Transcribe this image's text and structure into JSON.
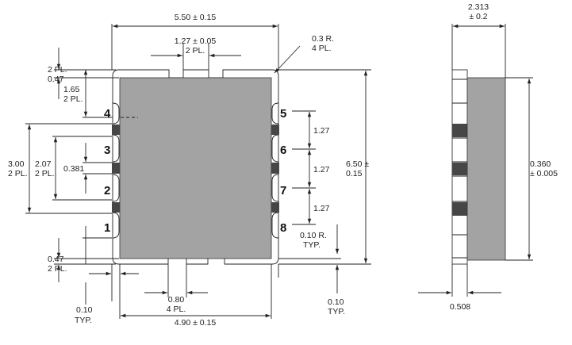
{
  "colors": {
    "body_fill": "#a3a3a3",
    "pad_fill": "#464646",
    "line": "#222222",
    "background": "#ffffff"
  },
  "front_view": {
    "pin_labels": [
      "1",
      "2",
      "3",
      "4",
      "5",
      "6",
      "7",
      "8"
    ],
    "dimensions": {
      "overall_width": "5.50 ± 0.15",
      "top_slot_width": "1.27 ± 0.05",
      "top_slot_count": "2 PL.",
      "corner_radius": "0.3 R.",
      "corner_radius_count": "4 PL.",
      "top_left_count": "2 PL.",
      "top_left_offset": "0.47",
      "pin4_offset": "1.65",
      "pin4_offset_count": "2 PL.",
      "outer_span": "3.00",
      "outer_span_count": "2 PL.",
      "inner_span": "2.07",
      "inner_span_count": "2 PL.",
      "pad_gap": "0.381",
      "pin_pitch": [
        "1.27",
        "1.27",
        "1.27"
      ],
      "overall_height_line1": "6.50 ±",
      "overall_height_line2": "0.15",
      "small_radius": "0.10 R.",
      "small_radius_note": "TYP.",
      "bottom_left_offset": "0.47",
      "bottom_left_count": "2 PL.",
      "bottom_pad_width": "0.80",
      "bottom_pad_count": "4 PL.",
      "body_width": "4.90 ± 0.15",
      "left_gap": "0.10",
      "left_gap_note": "TYP.",
      "right_gap": "0.10",
      "right_gap_note": "TYP."
    }
  },
  "side_view": {
    "dimensions": {
      "thickness_line1": "2.313",
      "thickness_line2": "± 0.2",
      "body_height_line1": "0.360",
      "body_height_line2": "± 0.005",
      "base_width": "0.508"
    }
  }
}
